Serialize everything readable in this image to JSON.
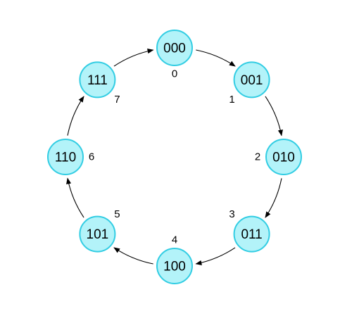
{
  "diagram": {
    "colors": {
      "node_fill": "#b3f3f9",
      "node_stroke": "#32cde3",
      "edge": "#000000",
      "text": "#000000"
    },
    "states": [
      {
        "code": "000",
        "index": "0"
      },
      {
        "code": "001",
        "index": "1"
      },
      {
        "code": "010",
        "index": "2"
      },
      {
        "code": "011",
        "index": "3"
      },
      {
        "code": "100",
        "index": "4"
      },
      {
        "code": "101",
        "index": "5"
      },
      {
        "code": "110",
        "index": "6"
      },
      {
        "code": "111",
        "index": "7"
      }
    ],
    "transitions": [
      {
        "from": "000",
        "to": "001"
      },
      {
        "from": "001",
        "to": "010"
      },
      {
        "from": "010",
        "to": "011"
      },
      {
        "from": "011",
        "to": "100"
      },
      {
        "from": "100",
        "to": "101"
      },
      {
        "from": "101",
        "to": "110"
      },
      {
        "from": "110",
        "to": "111"
      },
      {
        "from": "111",
        "to": "000"
      }
    ]
  }
}
